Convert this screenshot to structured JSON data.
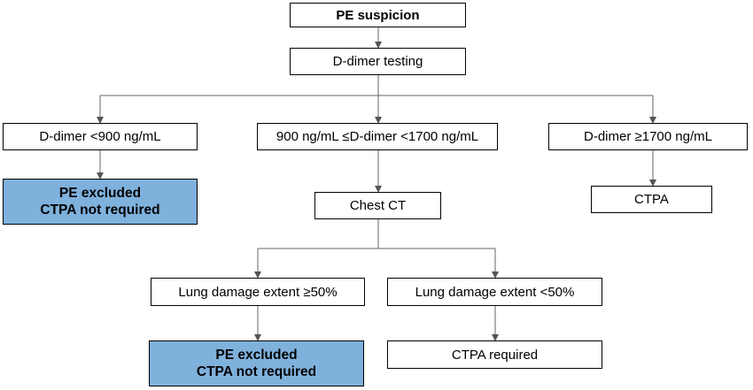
{
  "flowchart": {
    "pe_suspicion": "PE suspicion",
    "ddimer_testing": "D-dimer testing",
    "branch_low": "D-dimer <900 ng/mL",
    "branch_mid": "900 ng/mL ≤D-dimer <1700 ng/mL",
    "branch_high": "D-dimer ≥1700 ng/mL",
    "outcome_low": [
      "PE excluded",
      "CTPA not required"
    ],
    "chest_ct": "Chest CT",
    "outcome_high": "CTPA",
    "lung_high": "Lung damage  extent ≥50%",
    "lung_low": "Lung damage  extent <50%",
    "outcome_lung_high": [
      "PE excluded",
      "CTPA not required"
    ],
    "outcome_lung_low": "CTPA required"
  },
  "colors": {
    "highlight_fill": "#7fb1dd",
    "border": "#000000",
    "connector": "#666666"
  }
}
